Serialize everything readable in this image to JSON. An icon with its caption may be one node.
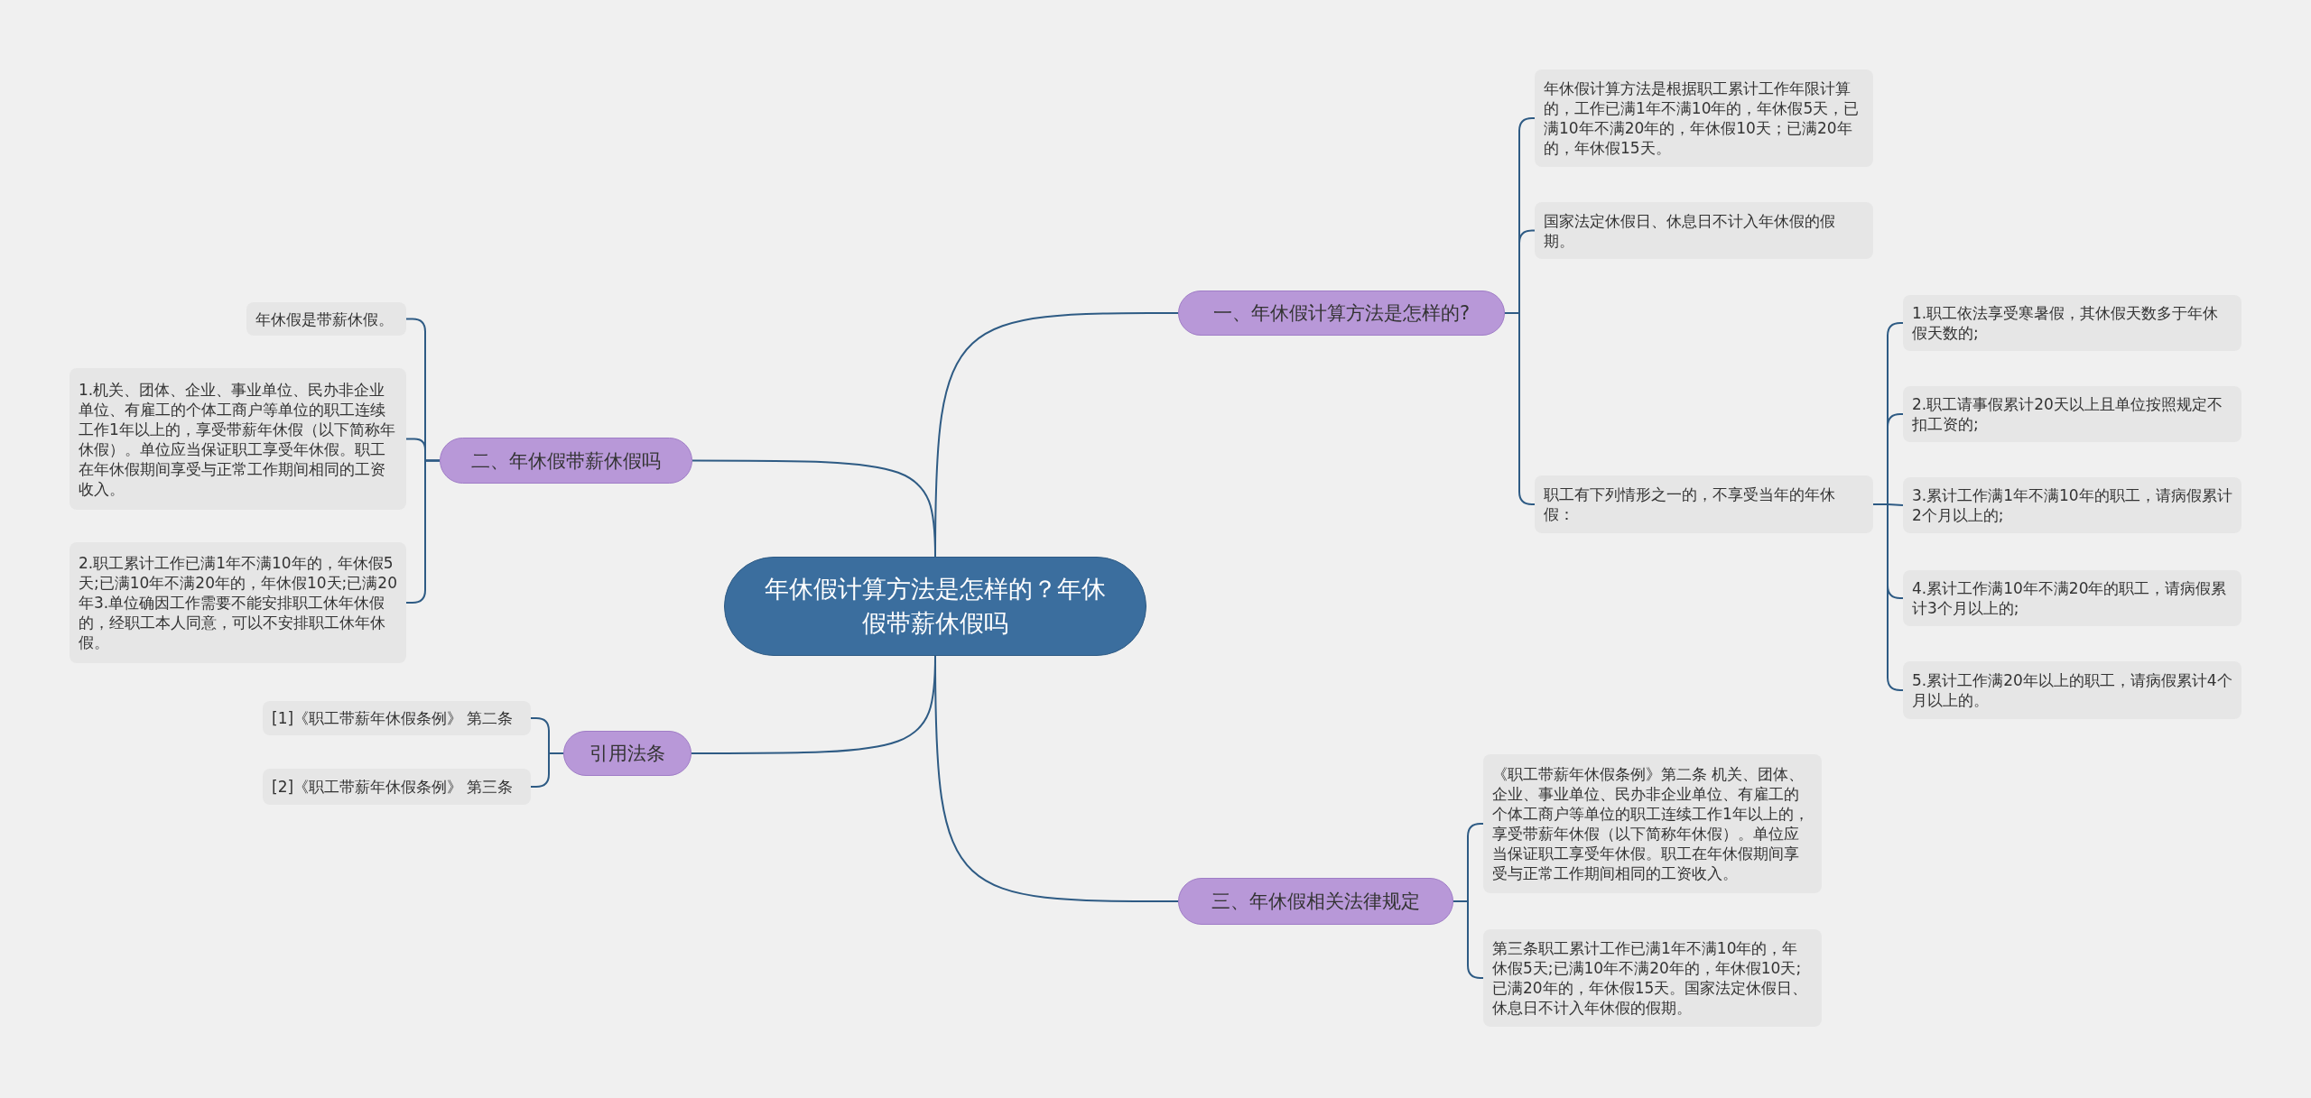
{
  "diagram": {
    "nodes": [
      {
        "text": [
          "年休假计算方法是怎样的？年休假带薪休假吗"
        ]
      },
      {
        "text": [
          "一、年休假计算方法是怎样的?"
        ]
      },
      {
        "text": [
          "年休假计算方法是根据职工累计工作年限计算的，工作已满1年不满10年的，年休假5天，已满10年不满20年的，年休假10天；已满20年的，年休假15天。"
        ]
      },
      {
        "text": [
          "国家法定休假日、休息日不计入年休假的假期。"
        ]
      },
      {
        "text": [
          "职工有下列情形之一的，不享受当年的年休假："
        ]
      },
      {
        "text": [
          "1.职工依法享受寒暑假，其休假天数多于年休假天数的;"
        ]
      },
      {
        "text": [
          "2.职工请事假累计20天以上且单位按照规定不扣工资的;"
        ]
      },
      {
        "text": [
          "3.累计工作满1年不满10年的职工，请病假累计2个月以上的;"
        ]
      },
      {
        "text": [
          "4.累计工作满10年不满20年的职工，请病假累计3个月以上的;"
        ]
      },
      {
        "text": [
          "5.累计工作满20年以上的职工，请病假累计4个月以上的。"
        ]
      },
      {
        "text": [
          "二、年休假带薪休假吗"
        ]
      },
      {
        "text": [
          "年休假是带薪休假。"
        ]
      },
      {
        "text": [
          "1.机关、团体、企业、事业单位、民办非企业单位、有雇工的个体工商户等单位的职工连续工作1年以上的，享受带薪年休假（以下简称年休假）。单位应当保证职工享受年休假。职工在年休假期间享受与正常工作期间相同的工资收入。"
        ]
      },
      {
        "text": [
          "2.职工累计工作已满1年不满10年的，年休假5天;已满10年不满20年的，年休假10天;已满20年3.单位确因工作需要不能安排职工休年休假的，经职工本人同意，可以不安排职工休年休假。"
        ]
      },
      {
        "text": [
          "引用法条"
        ]
      },
      {
        "text": [
          "[1]《职工带薪年休假条例》 第二条"
        ]
      },
      {
        "text": [
          "[2]《职工带薪年休假条例》 第三条"
        ]
      },
      {
        "text": [
          "三、年休假相关法律规定"
        ]
      },
      {
        "text": [
          "《职工带薪年休假条例》第二条 机关、团体、企业、事业单位、民办非企业单位、有雇工的个体工商户等单位的职工连续工作1年以上的，享受带薪年休假（以下简称年休假）。单位应当保证职工享受年休假。职工在年休假期间享受与正常工作期间相同的工资收入。"
        ]
      },
      {
        "text": [
          "第三条职工累计工作已满1年不满10年的，年休假5天;已满10年不满20年的，年休假10天;已满20年的，年休假15天。国家法定休假日、休息日不计入年休假的假期。"
        ]
      }
    ],
    "edges": [
      {
        "from": 0,
        "to": 1,
        "arrow": "none"
      },
      {
        "from": 1,
        "to": 2,
        "arrow": "none"
      },
      {
        "from": 1,
        "to": 3,
        "arrow": "none"
      },
      {
        "from": 1,
        "to": 4,
        "arrow": "none"
      },
      {
        "from": 4,
        "to": 5,
        "arrow": "none"
      },
      {
        "from": 4,
        "to": 6,
        "arrow": "none"
      },
      {
        "from": 4,
        "to": 7,
        "arrow": "none"
      },
      {
        "from": 4,
        "to": 8,
        "arrow": "none"
      },
      {
        "from": 4,
        "to": 9,
        "arrow": "none"
      },
      {
        "from": 0,
        "to": 10,
        "arrow": "none"
      },
      {
        "from": 10,
        "to": 11,
        "arrow": "none"
      },
      {
        "from": 10,
        "to": 12,
        "arrow": "none"
      },
      {
        "from": 10,
        "to": 13,
        "arrow": "none"
      },
      {
        "from": 0,
        "to": 14,
        "arrow": "none"
      },
      {
        "from": 14,
        "to": 15,
        "arrow": "none"
      },
      {
        "from": 14,
        "to": 16,
        "arrow": "none"
      },
      {
        "from": 0,
        "to": 17,
        "arrow": "none"
      },
      {
        "from": 17,
        "to": 18,
        "arrow": "none"
      },
      {
        "from": 17,
        "to": 19,
        "arrow": "none"
      }
    ]
  }
}
